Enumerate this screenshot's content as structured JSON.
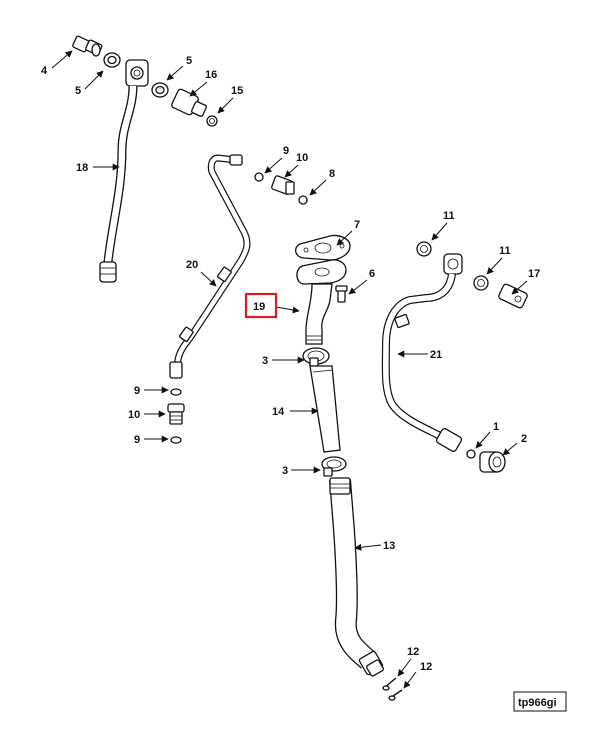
{
  "figure_ref": "tp966gi",
  "highlight_callout": "19",
  "callouts": {
    "c4": "4",
    "c5a": "5",
    "c5b": "5",
    "c16": "16",
    "c15": "15",
    "c18": "18",
    "c9a": "9",
    "c10a": "10",
    "c8": "8",
    "c20": "20",
    "c7": "7",
    "c6": "6",
    "c19": "19",
    "c11a": "11",
    "c11b": "11",
    "c17": "17",
    "c21": "21",
    "c3a": "3",
    "c14": "14",
    "c9b": "9",
    "c10b": "10",
    "c9c": "9",
    "c1": "1",
    "c2": "2",
    "c3b": "3",
    "c13": "13",
    "c12a": "12",
    "c12b": "12"
  }
}
